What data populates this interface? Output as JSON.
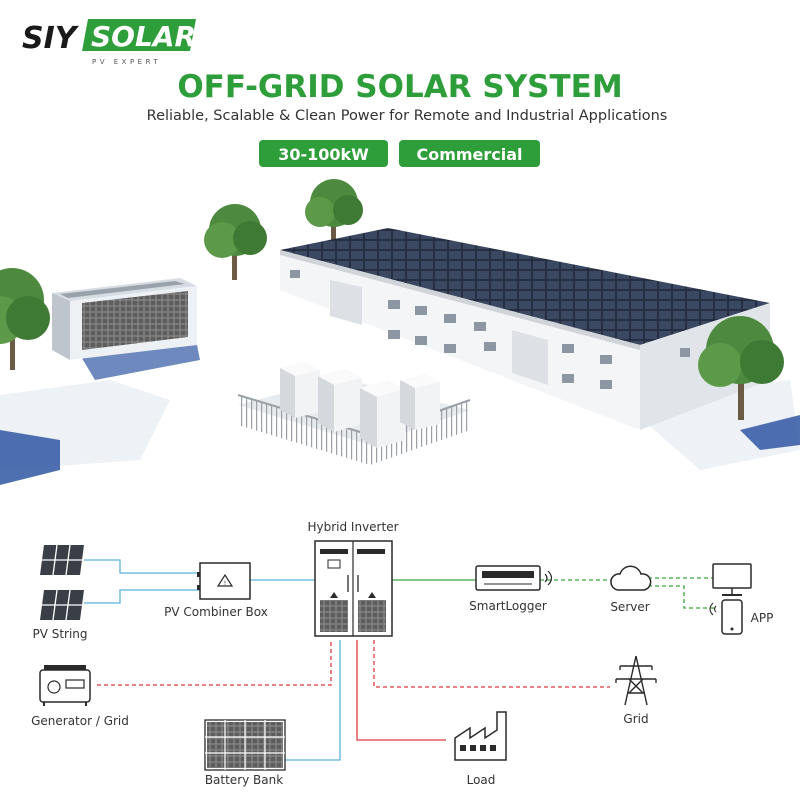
{
  "brand": {
    "name_part1": "SIY",
    "name_part2": "SOLAR",
    "tagline": "PV EXPERT"
  },
  "header": {
    "title": "OFF-GRID SOLAR SYSTEM",
    "subtitle": "Reliable, Scalable & Clean Power for Remote and Industrial Applications",
    "badges": [
      "30-100kW",
      "Commercial"
    ]
  },
  "diagram": {
    "labels": {
      "hybrid_inverter": "Hybrid Inverter",
      "pv_string": "PV String",
      "pv_combiner_box": "PV Combiner Box",
      "smartlogger": "SmartLogger",
      "server": "Server",
      "app": "APP",
      "generator_grid": "Generator / Grid",
      "grid": "Grid",
      "battery_bank": "Battery Bank",
      "load": "Load"
    }
  },
  "colors": {
    "brand_green": "#2e9e3a",
    "dc_line": "#5ab4e0",
    "ac_line": "#e0393b",
    "comm_line": "#3aa83e",
    "icon_dark": "#2a2a2a"
  }
}
